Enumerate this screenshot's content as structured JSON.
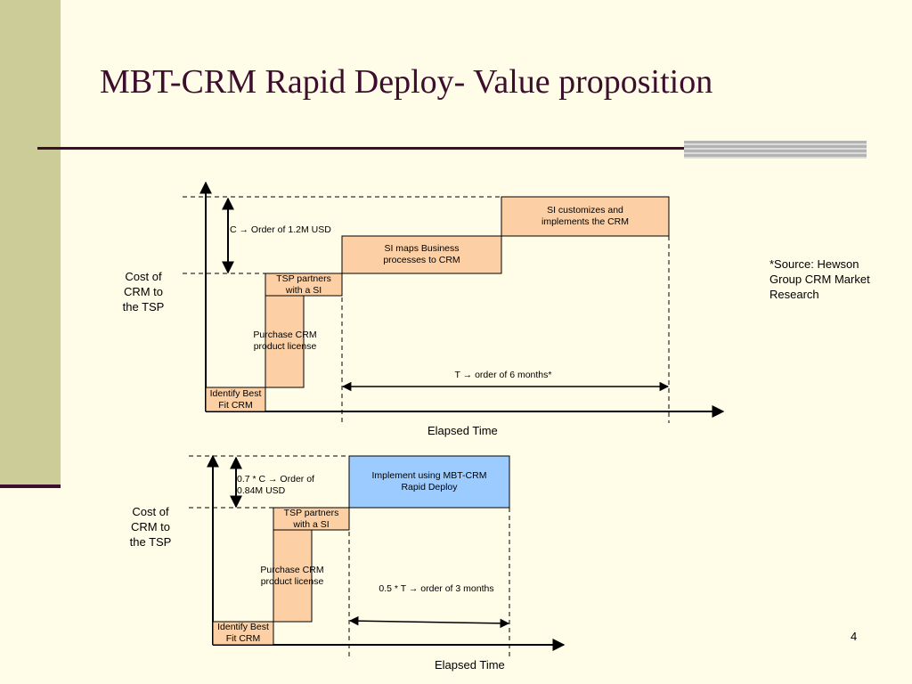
{
  "slide": {
    "title": "MBT-CRM Rapid Deploy- Value proposition",
    "source_note": "*Source: Hewson\nGroup CRM Market\nResearch",
    "page_number": "4"
  },
  "diagram_top": {
    "y_axis_label": "Cost of\nCRM to\nthe TSP",
    "x_axis_label": "Elapsed Time",
    "cost_annotation": "C → Order of 1.2M USD",
    "time_annotation": "T → order of 6 months*",
    "steps": {
      "identify": "Identify Best\nFit CRM",
      "purchase": "Purchase CRM\nproduct license",
      "tsp": "TSP partners\nwith a SI",
      "si_maps": "SI maps Business\nprocesses to CRM",
      "si_customizes": "SI customizes and\nimplements the CRM"
    }
  },
  "diagram_bottom": {
    "y_axis_label": "Cost of\nCRM to\nthe TSP",
    "x_axis_label": "Elapsed Time",
    "cost_annotation": "0.7 * C → Order of\n0.84M USD",
    "time_annotation": "0.5 * T → order of 3 months",
    "steps": {
      "identify": "Identify Best\nFit CRM",
      "purchase": "Purchase CRM\nproduct license",
      "tsp": "TSP partners\nwith a SI",
      "implement": "Implement using MBT-CRM\nRapid Deploy"
    }
  },
  "colors": {
    "step_fill": "#fcd0a4",
    "rapid_fill": "#9cccff",
    "title_color": "#3d0d2e",
    "band_color": "#cccc99"
  }
}
